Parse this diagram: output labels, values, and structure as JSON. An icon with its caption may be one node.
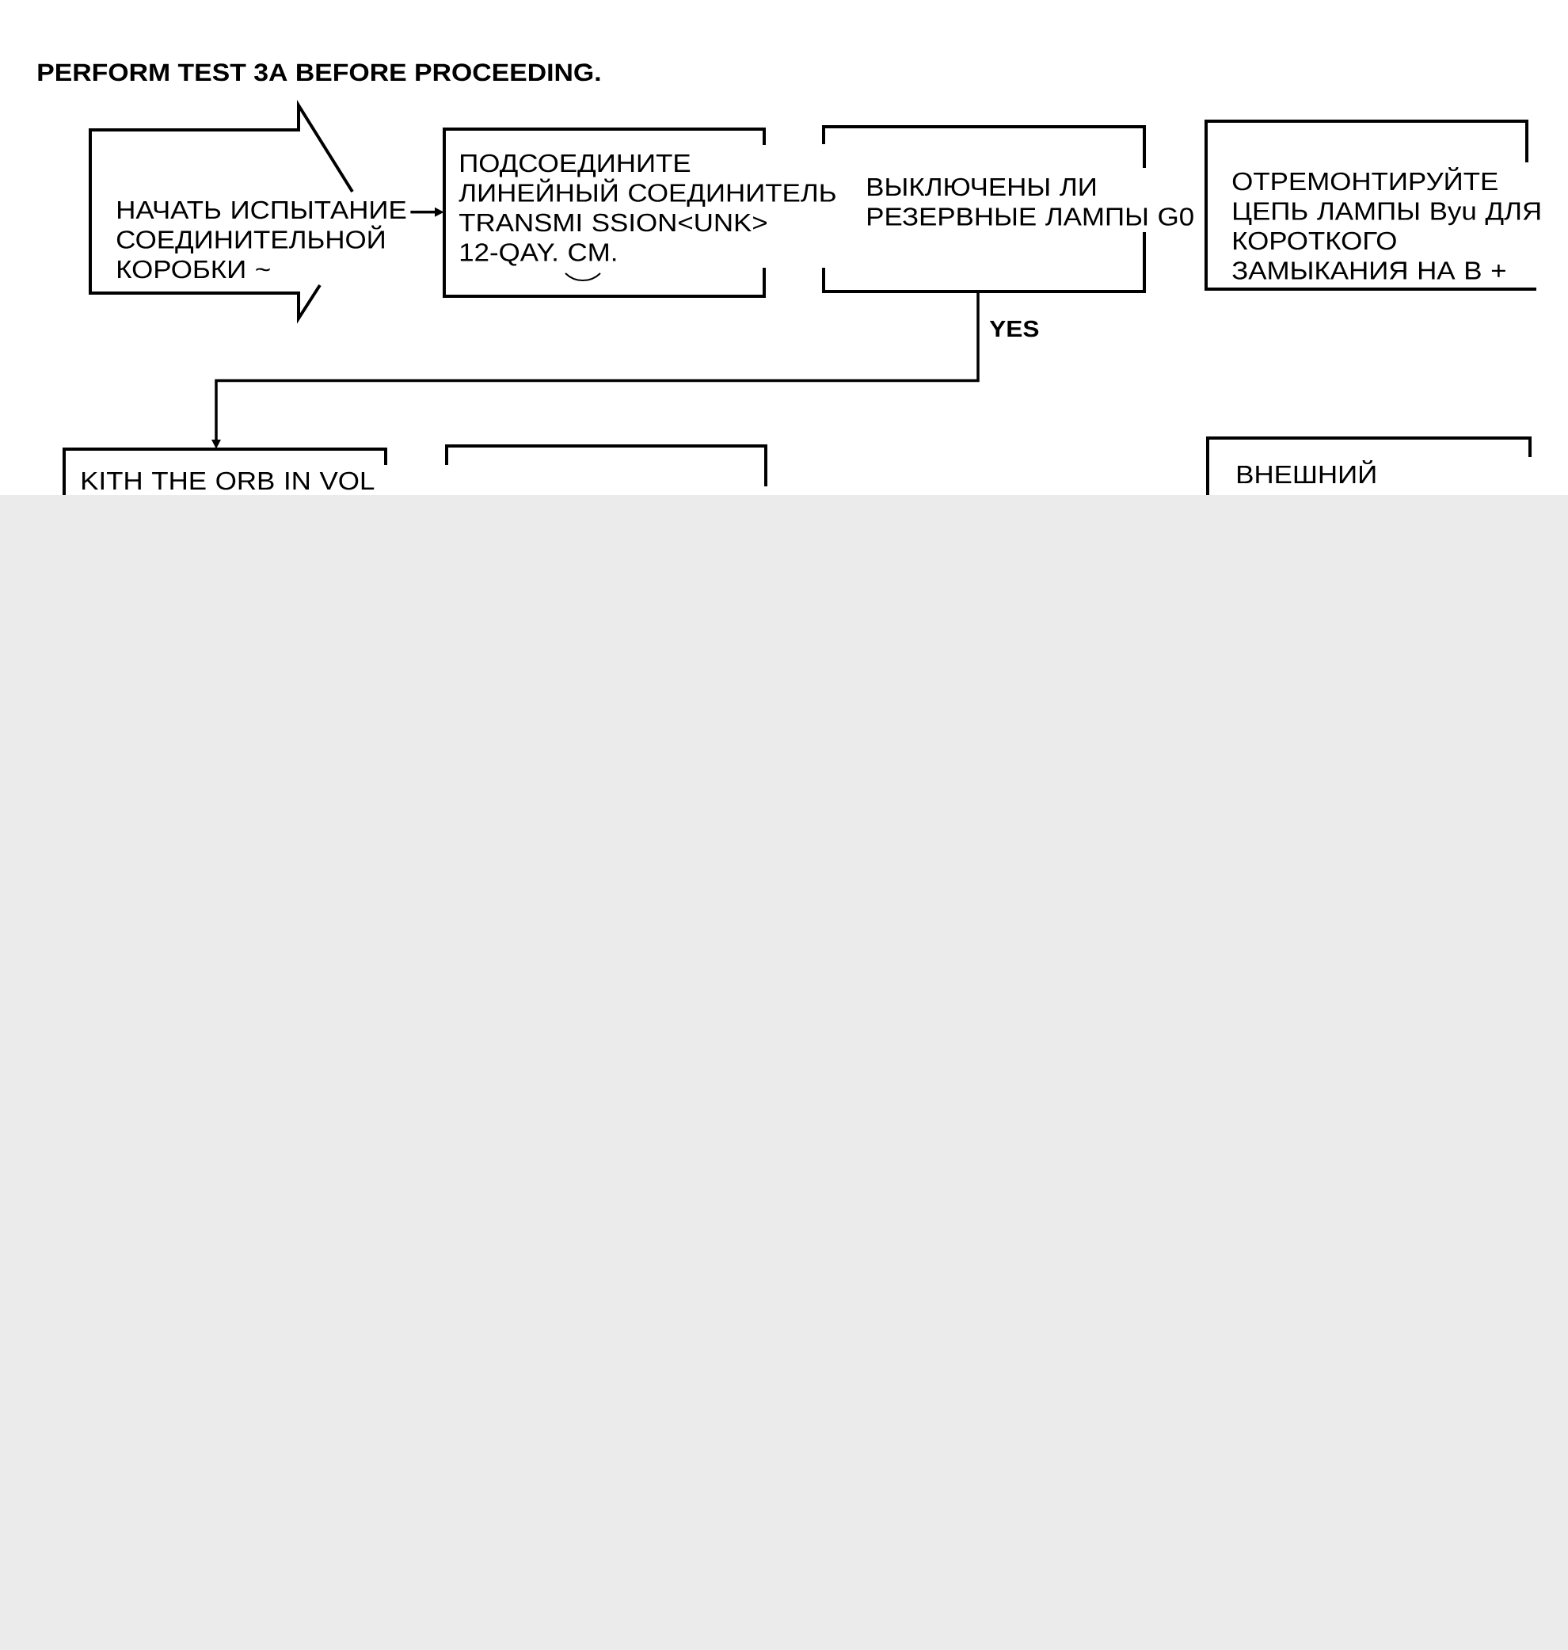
{
  "diagram": {
    "title": "PERFORM TEST 3A BEFORE PROCEEDING.",
    "nodes": [
      {
        "text": [
          "НАЧАТЬ ИСПЫТАНИЕ СОЕДИНИТЕЛЬНОЙ КОРОБКИ ~"
        ]
      },
      {
        "text": [
          "ПОДСОЕДИНИТЕ ЛИНЕЙНЫЙ СОЕДИНИТЕЛЬ TRANSMI SSION<UNK> 12-QAY. CM."
        ]
      },
      {
        "text": [
          "ВЫКЛЮЧЕНЫ ЛИ РЕЗЕРВНЫЕ ЛАМПЫ G0"
        ]
      },
      {
        "text": [
          "ОТРЕМОНТИРУЙТЕ ЦЕПЬ ЛАМПЫ Byu ДЛЯ КОРОТКОГО ЗАМЫКАНИЯ НА В +"
        ]
      },
      {
        "text": [
          "KITH THE ORB IN VOL"
        ]
      },
      {
        "text": [],
        "shape": "box"
      },
      {
        "text": [
          "ВНЕШНИЙ"
        ]
      }
    ],
    "edges": [
      {
        "from": 0,
        "to": 1,
        "arrow": "to"
      },
      {
        "from": 2,
        "to": 4,
        "arrow": "to",
        "label": "YES"
      }
    ]
  }
}
